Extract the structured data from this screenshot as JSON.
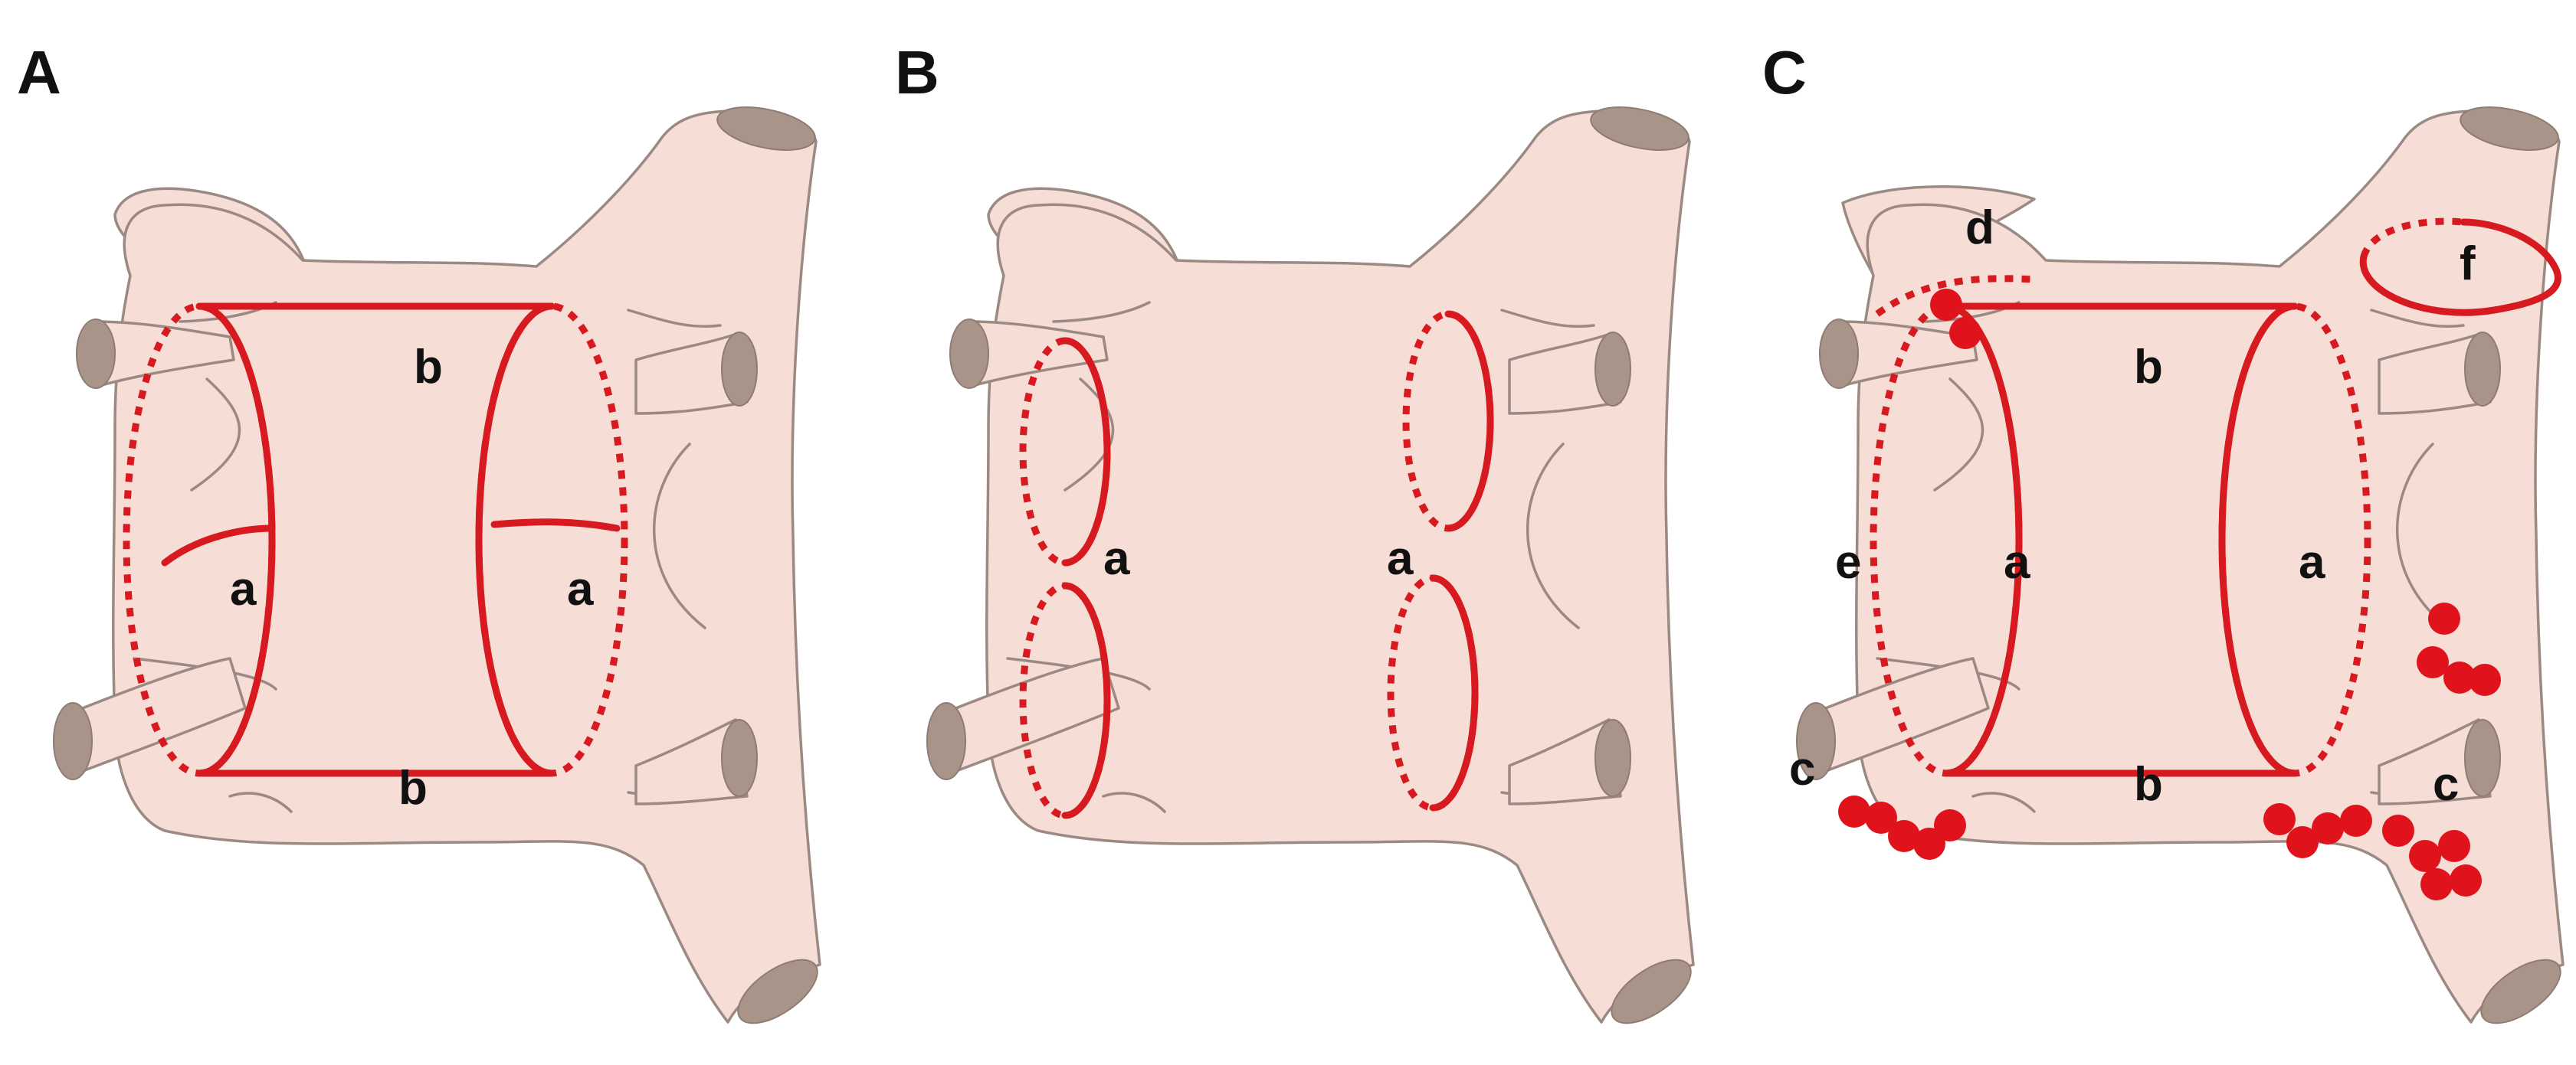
{
  "panels": [
    {
      "letter": "A",
      "labels": {
        "b_top": "b",
        "b_bottom": "b",
        "a_left": "a",
        "a_right": "a"
      }
    },
    {
      "letter": "B",
      "labels": {
        "a_left": "a",
        "a_right": "a"
      }
    },
    {
      "letter": "C",
      "labels": {
        "d": "d",
        "f": "f",
        "b_top": "b",
        "b_bottom": "b",
        "e": "e",
        "a_left": "a",
        "a_right": "a",
        "c_left": "c",
        "c_right": "c"
      }
    }
  ],
  "colors": {
    "tissue": "#f6ded6",
    "outline": "#9b8a83",
    "vessel_cap": "#a89489",
    "incision": "#d71920",
    "dots": "#e0121c"
  }
}
